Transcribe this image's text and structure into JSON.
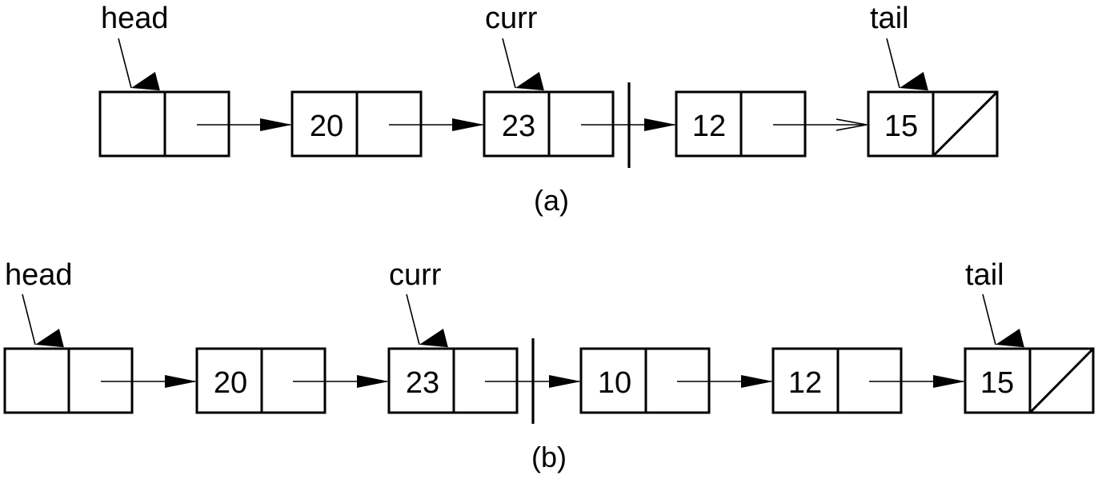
{
  "diagram_a": {
    "caption": "(a)",
    "nodes": [
      "",
      "20",
      "23",
      "12",
      "15"
    ],
    "labels": {
      "head": "head",
      "curr": "curr",
      "tail": "tail"
    }
  },
  "diagram_b": {
    "caption": "(b)",
    "nodes": [
      "",
      "20",
      "23",
      "10",
      "12",
      "15"
    ],
    "labels": {
      "head": "head",
      "curr": "curr",
      "tail": "tail"
    }
  }
}
